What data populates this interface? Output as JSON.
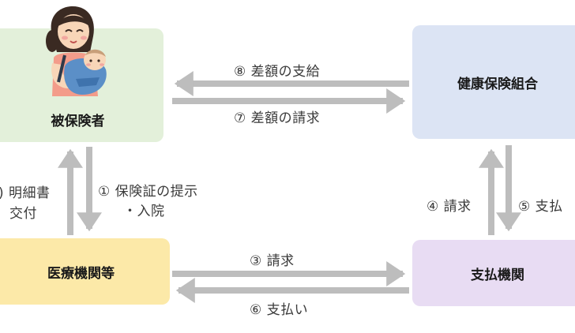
{
  "nodes": {
    "insured": "被保険者",
    "union": "健康保険組合",
    "medical": "医療機関等",
    "payment": "支払機関"
  },
  "edges": {
    "e8": "⑧ 差額の支給",
    "e7": "⑦ 差額の請求",
    "e1a": "① 保険証の提示",
    "e1b": "・入院",
    "e2a": ") 明細書",
    "e2b": "交付",
    "e3": "③ 請求",
    "e6": "⑥ 支払い",
    "e4": "④ 請求",
    "e5": "⑤ 支払"
  },
  "colors": {
    "insured_bg": "#e3f0da",
    "union_bg": "#dce4f4",
    "medical_bg": "#fce9a8",
    "payment_bg": "#e8dcf3",
    "arrow": "#bdbdbd"
  },
  "icons": [
    "mother-with-baby-illustration"
  ]
}
